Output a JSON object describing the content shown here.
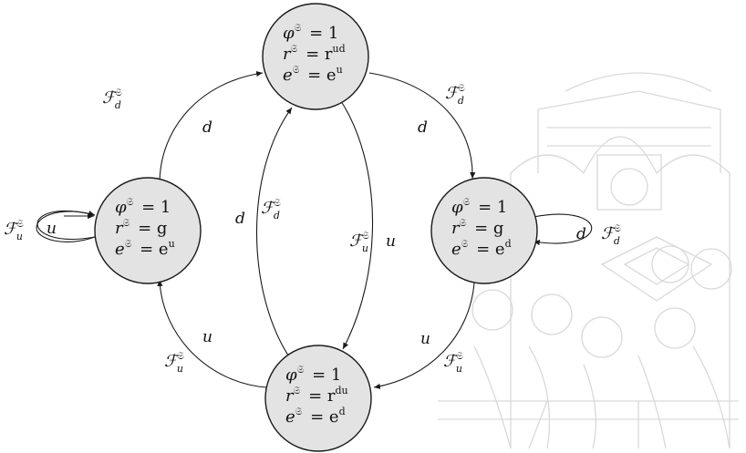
{
  "nodes": {
    "top": {
      "lines": [
        {
          "base": "φ",
          "sup": "𝔖",
          "eq": "= 1"
        },
        {
          "base": "r",
          "sup": "𝔖",
          "eq": "= r",
          "eqsup": "ud"
        },
        {
          "base": "e",
          "sup": "𝔖",
          "eq": "= e",
          "eqsup": "u"
        }
      ]
    },
    "left": {
      "lines": [
        {
          "base": "φ",
          "sup": "𝔖",
          "eq": "= 1"
        },
        {
          "base": "r",
          "sup": "𝔖",
          "eq": "= g",
          "eqsup": ""
        },
        {
          "base": "e",
          "sup": "𝔖",
          "eq": "= e",
          "eqsup": "u"
        }
      ]
    },
    "right": {
      "lines": [
        {
          "base": "φ",
          "sup": "𝔖",
          "eq": "= 1"
        },
        {
          "base": "r",
          "sup": "𝔖",
          "eq": "= g",
          "eqsup": ""
        },
        {
          "base": "e",
          "sup": "𝔖",
          "eq": "= e",
          "eqsup": "d"
        }
      ]
    },
    "bottom": {
      "lines": [
        {
          "base": "φ",
          "sup": "𝔖",
          "eq": "= 1"
        },
        {
          "base": "r",
          "sup": "𝔖",
          "eq": "= r",
          "eqsup": "du"
        },
        {
          "base": "e",
          "sup": "𝔖",
          "eq": "= e",
          "eqsup": "d"
        }
      ]
    }
  },
  "edge_labels": {
    "letter_d": "d",
    "letter_u": "u",
    "filtration_base": "ℱ",
    "filtration_sup": "𝔖",
    "sub_d": "d",
    "sub_u": "u"
  },
  "watermark": "university-seal"
}
